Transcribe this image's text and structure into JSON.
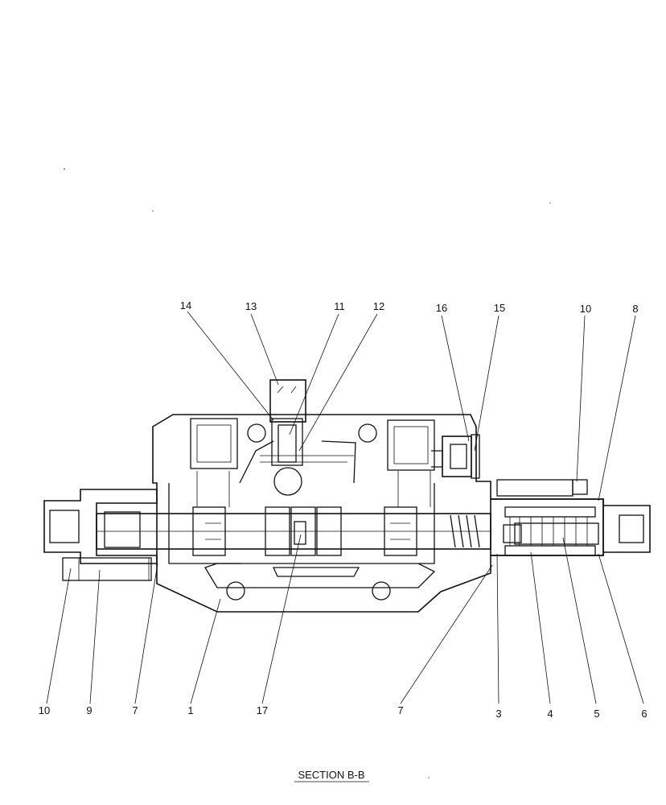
{
  "caption": "SECTION  B-B",
  "callouts": [
    {
      "id": "c14",
      "label": "14"
    },
    {
      "id": "c13",
      "label": "13"
    },
    {
      "id": "c11",
      "label": "11"
    },
    {
      "id": "c12",
      "label": "12"
    },
    {
      "id": "c16",
      "label": "16"
    },
    {
      "id": "c15",
      "label": "15"
    },
    {
      "id": "c10a",
      "label": "10"
    },
    {
      "id": "c8",
      "label": "8"
    },
    {
      "id": "c10b",
      "label": "10"
    },
    {
      "id": "c9",
      "label": "9"
    },
    {
      "id": "c7a",
      "label": "7"
    },
    {
      "id": "c1",
      "label": "1"
    },
    {
      "id": "c17",
      "label": "17"
    },
    {
      "id": "c7b",
      "label": "7"
    },
    {
      "id": "c3",
      "label": "3"
    },
    {
      "id": "c4",
      "label": "4"
    },
    {
      "id": "c5",
      "label": "5"
    },
    {
      "id": "c6",
      "label": "6"
    }
  ]
}
